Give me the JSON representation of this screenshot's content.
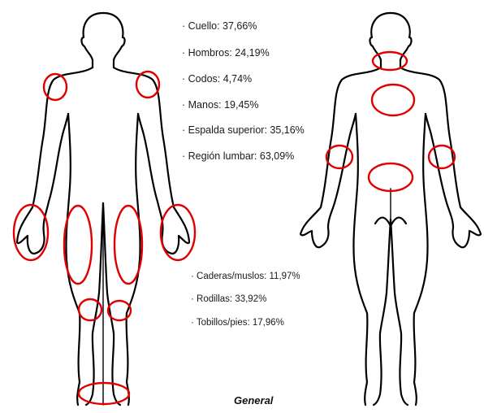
{
  "stats_upper": [
    {
      "text": "· Cuello: 37,66%"
    },
    {
      "text": "· Hombros: 24,19%"
    },
    {
      "text": "· Codos: 4,74%"
    },
    {
      "text": "· Manos: 19,45%"
    },
    {
      "text": "· Espalda superior: 35,16%"
    },
    {
      "text": "· Región lumbar: 63,09%"
    }
  ],
  "stats_lower": [
    {
      "text": "· Caderas/muslos: 11,97%"
    },
    {
      "text": "· Rodillas: 33,92%"
    },
    {
      "text": "· Tobillos/pies: 17,96%"
    }
  ],
  "caption": "General",
  "colors": {
    "outline": "#000000",
    "highlight": "#e00000",
    "text": "#1a1a1a"
  }
}
